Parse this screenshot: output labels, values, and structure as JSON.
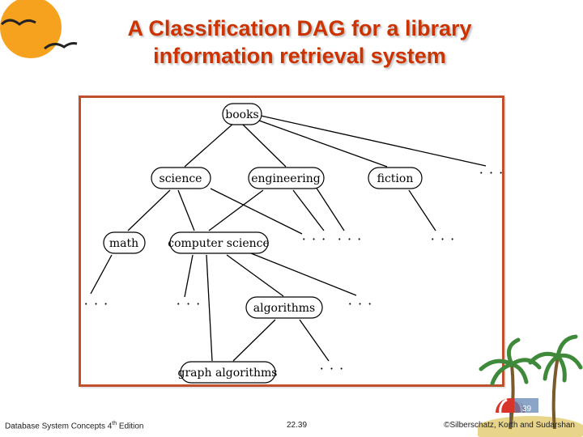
{
  "title": {
    "line1": "A Classification DAG for a library",
    "line2": "information retrieval system"
  },
  "diagram": {
    "nodes": {
      "books": "books",
      "science": "science",
      "engineering": "engineering",
      "fiction": "fiction",
      "math": "math",
      "computer_science": "computer science",
      "algorithms": "algorithms",
      "graph_algorithms": "graph algorithms"
    },
    "ellipsis": "· · ·"
  },
  "footer": {
    "left_prefix": "Database System Concepts 4",
    "left_sup": "th",
    "left_suffix": " Edition",
    "center": "22.39",
    "right": "©Silberschatz, Korth and Sudarshan",
    "page_number": "39"
  },
  "colors": {
    "title": "#cc3300",
    "frame_border": "#c0502c"
  },
  "icons": {
    "logo": "sun-and-birds-logo",
    "decoration": "palm-beach-icon"
  }
}
